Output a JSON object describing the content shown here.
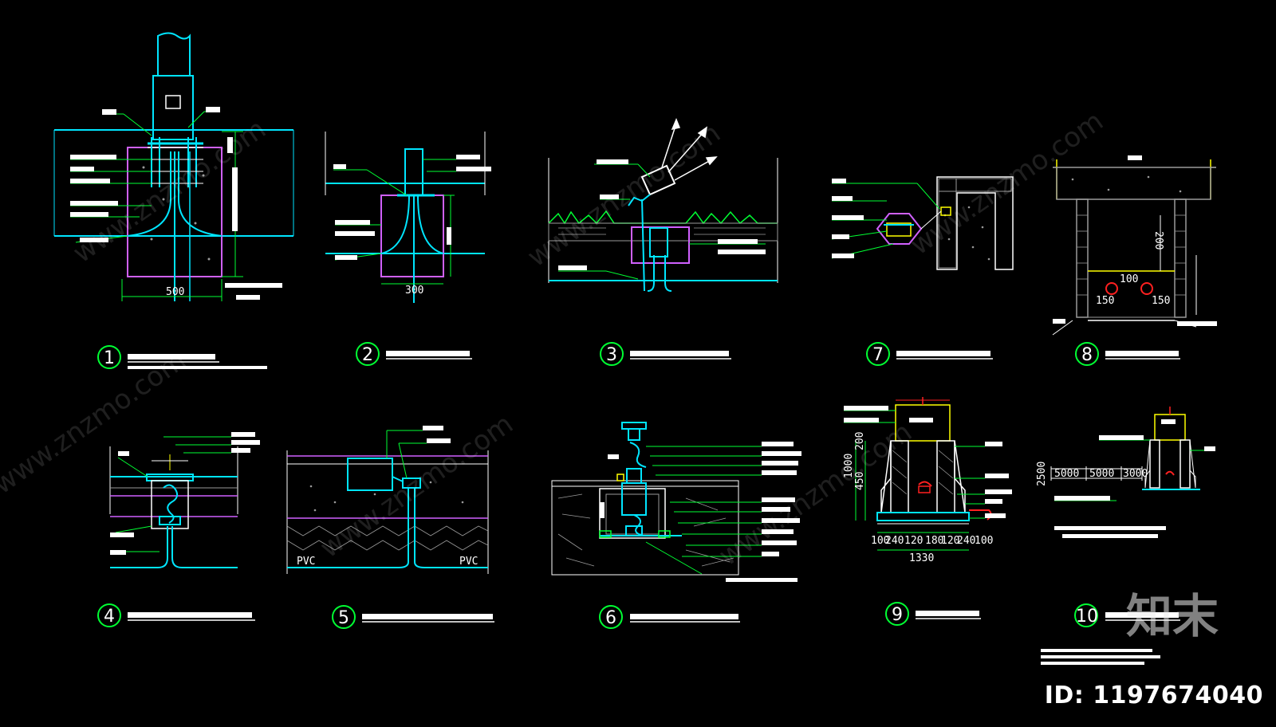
{
  "watermark": {
    "site": "www.znzmo.com",
    "brand": "知末",
    "image_id": "ID: 1197674040"
  },
  "colors": {
    "background": "#000000",
    "cyan": "#00e5ff",
    "green": "#00ff33",
    "magenta": "#d060ff",
    "white": "#ffffff",
    "yellow": "#ffff00",
    "red": "#ff2020",
    "gray": "#9a9a9a"
  },
  "details": [
    {
      "number": "1"
    },
    {
      "number": "2"
    },
    {
      "number": "3"
    },
    {
      "number": "7"
    },
    {
      "number": "8"
    },
    {
      "number": "4"
    },
    {
      "number": "5"
    },
    {
      "number": "6"
    },
    {
      "number": "9"
    },
    {
      "number": "10"
    }
  ],
  "dimensions": {
    "d1": "500",
    "d2": "300",
    "d8_top": "100",
    "d8_left": "150",
    "d8_right": "150",
    "d8_side": "200",
    "d9_bottom": "1330",
    "d9_seg": [
      "100",
      "240",
      "120",
      "180",
      "120",
      "240",
      "100"
    ],
    "d9_side_a": "1000",
    "d9_side_b": "200",
    "d9_side_c": "450",
    "d10_seg": [
      "5000",
      "5000",
      "3000"
    ],
    "d10_side": "2500",
    "d5_left": "PVC",
    "d5_right": "PVC"
  }
}
